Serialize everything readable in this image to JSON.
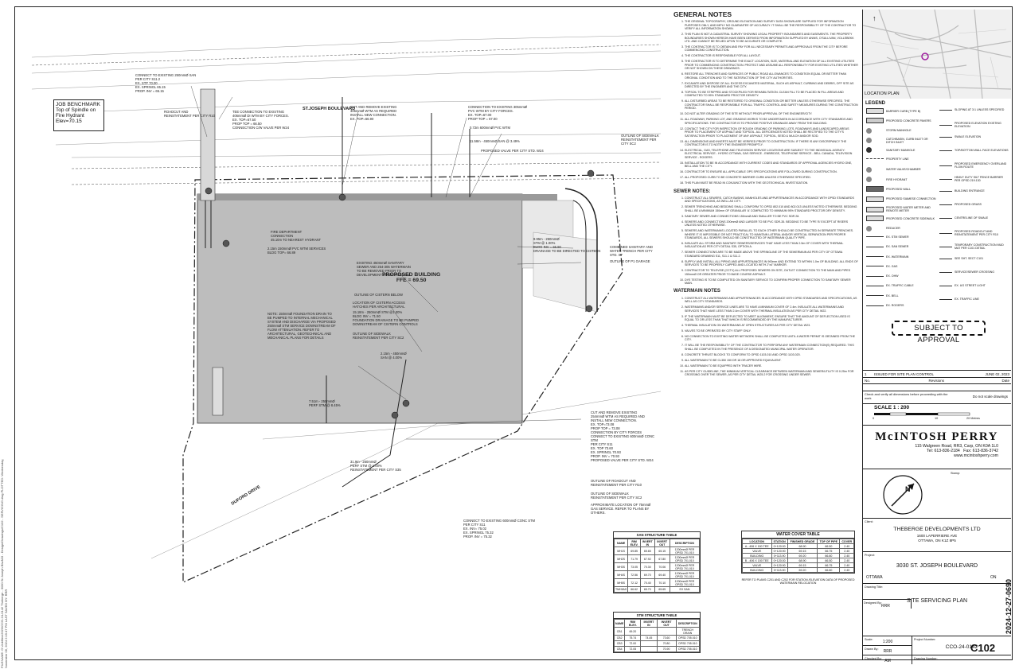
{
  "sidebar_text": "FILENAME: G:\\Jobfiles\\2023\\CCO-24-0142 Theberge - 3030 St Joseph Blvd\\03 - Design\\Drawings\\C102 - SERVICING.dwg PLOTTED: Wednesday, November 06, 2024 2:19:47 PM LAST SAVED BY: RRR",
  "plan": {
    "job_benchmark": "JOB BENCHMARK\nTop of Spindle on\nFire Hydrant\nElev=70.15",
    "street_north": "ST.JOSEPH BOULEVARD",
    "street_south": "DUFORD DRIVE",
    "building": "PROPOSED BUILDING\nFFE = 69.50",
    "callouts": [
      "CONNECT TO EXISTING 250mmØ SAN\nPER CITY S11.2\nEX. STP 70.00\nEX. SPRINGL 65.15\nPROP. INV = 65.15",
      "ROADCUT AND\nREINSTATEMENT PER CITY R10",
      "TEE CONNECTION TO EXISTING\n406mmØ DI WTM BY CITY FORCES.\nEX. TOP=67.50\nPROP TOP = 66.50\nCONNECTION C/W VALVE PER W24",
      "CUT AND REMOVE EXISTING\n305mmØ WTM AS REQUIRED\nINSTALL NEW CONNECTION.\nEX. TOP=66.90",
      "CONNECTION TO EXISTING 305mmØ\nPVC WTM BY CITY FORCES.\nEX. TOP=67.00\nPROP TOP = 67.00",
      "0.72m 600mmØ PVC WTM",
      "11.58m - 450mmØ SAN @ 3.49%",
      "PROPOSED VALVE PER CITY STD. W24",
      "OUTLINE OF SIDEWALK\nREINSTATEMENT PER\nCITY SC2",
      "FIRE DEPARTMENT\nCONNECTION\n45.10m TO NEAREST HYDRANT",
      "2.15m 150mmØ PVC WTM SERVICES\nBLDG TOP= 66.89",
      "9.95m - 250mmØ\nSTM @ 1.00%\nBLDG INV = 66.90\nDRAINAGE TO BE DIRECTED TO CISTERN",
      "COMBINED SANITARY AND\nWATER TRENCH PER CITY STD. S7",
      "OUTLINE OF P1 GARAGE",
      "EXISTING 450mmØ SANITARY\nSEWER AND 254-305 WATERMAIN\nTO BE REMOVED PRIOR TO\nDEVELOPMENT CONSTRUCTION",
      "OUTLINE OF CISTERN BELOW",
      "LOCATION OF CISTERN ACCESS\nHATCHES PER ARCHITECTURAL",
      "15.18m - 250mmØ STM @1.00%\nBLDG INV = 71.50\nFOUNDATION DRAINAGE TO BE PUMPED\nDOWNSTREAM OF CISTERN CONTROLS",
      "OUTLINE OF SIDEWALK\nREINSTATEMENT PER CITY SC2",
      "NOTE: 150mmØ FOUNDATION DRAIN TO\nBE PUMPED TO INTERNAL MECHANICAL\nSYSTEM AND DISCHARGE VIA PROPOSED\n250mmØ STM SERVICE DOWNSTREAM OF\nFLOW ATTENUATION. REFER TO\nARCHITECTURAL, GEOTECHNICAL AND\nMECHANICAL PLANS FOR DETAILS",
      "2.15m - 450mmØ\nSAN @ 4.00%",
      "7.51m - 250mmØ\nPERF STM @ 8.45%",
      "CUT AND REMOVE EXISTING\n254mmØ WTM AS REQUIRED AND\nINSTALL NEW CONNECTION.\nEX. TOP=73.08\nPROP TOP = 73.08\nCONNECTION BY CITY FORCES",
      "CONNECT TO EXISTING 600mmØ CONC STM\nPER CITY S11\nEX. TOP 73.60\nEX. SPRINGL 70.93\nPROP. INV = 70.93\nPROPOSED VALVE PER CITY STD. W24",
      "31.9m - 250mmØ\nPERF STM @ 1.00%\nREINSTATEMENT PER CITY S35",
      "OUTLINE OF ROADCUT AND\nREINSTATEMENT PER CITY R10",
      "OUTLINE OF SIDEWALK\nREINSTATEMENT PER CITY SC2",
      "APPROXIMATE LOCATION OF 75mmØ\nGAS SERVICE. REFER TO PLANS BY\nOTHERS.",
      "CONNECT TO EXISTING 600mmØ CONC STM\nPER CITY S11\nEX. INV= 75.02\nEX. SPRINGL 75.32\nPROP. INV = 75.32"
    ]
  },
  "san_table": {
    "title": "SAN STRUCTURE TABLE",
    "headers": [
      "NAME",
      "RIM ELEV.",
      "INVERT IN",
      "INVERT OUT",
      "DESCRIPTION"
    ],
    "rows": [
      [
        "MH1S",
        "69.85",
        "65.65",
        "65.15",
        "1200mmØ PER OPSD 701.010"
      ],
      [
        "MH2S",
        "71.79",
        "67.92",
        "67.80",
        "1200mmØ PER OPSD 701.010"
      ],
      [
        "MH3S",
        "73.05",
        "70.30",
        "70.06",
        "1200mmØ PER OPSD 701.010"
      ],
      [
        "MH4S",
        "72.56",
        "69.70",
        "69.40",
        "1200mmØ PER OPSD 701.010"
      ],
      [
        "MH5S",
        "72.12",
        "70.40",
        "70.10",
        "1200mmØ PER OPSD 701.010"
      ],
      [
        "TMH5AS",
        "66.62",
        "65.70",
        "65.65",
        "EX SAN"
      ]
    ]
  },
  "stm_table": {
    "title": "STM STRUCTURE TABLE",
    "headers": [
      "NAME",
      "RIM ELEV.",
      "INVERT IN",
      "INVERT OUT",
      "DESCRIPTION"
    ],
    "rows": [
      [
        "CB1",
        "69.20",
        "",
        "",
        "TRENCH DRAIN"
      ],
      [
        "CB2",
        "75.74",
        "74.45",
        "73.60",
        "OPSD 705.010"
      ],
      [
        "CB3",
        "72.00",
        "",
        "70.80",
        "OPSD 705.010"
      ],
      [
        "CB4",
        "72.05",
        "",
        "70.90",
        "OPSD 705.010"
      ]
    ]
  },
  "general_notes": {
    "title": "GENERAL NOTES",
    "items": [
      "THE ORIGINAL TOPOGRAPHY, GROUND ELEVATION AND SURVEY DATA SHOWN ARE SUPPLIED FOR INFORMATION PURPOSES ONLY, AND IMPLY NO GUARANTEE OF ACCURACY. IT SHALL BE THE RESPONSIBILITY OF THE CONTRACTOR TO VERIFY ALL INFORMATION SHOWN.",
      "THIS PLAN IS NOT A CADASTRAL SURVEY SHOWING LEGAL PROPERTY BOUNDARIES AND EASEMENTS. THE PROPERTY BOUNDARIES SHOWN HEREON HAVE BEEN DERIVED FROM INFORMATION SUPPLIED BY ANNIS, O'SULLIVAN, VOLLEBEKK LTD. AND CANNOT BE RELIED UPON TO BE ACCURATE OR COMPLETE.",
      "THE CONTRACTOR IS TO OBTAIN AND PAY FOR ALL NECESSARY PERMITS AND APPROVALS FROM THE CITY BEFORE COMMENCING CONSTRUCTION.",
      "THE CONTRACTOR IS RESPONSIBLE FOR ALL LAYOUT.",
      "THE CONTRACTOR IS TO DETERMINE THE EXACT LOCATION, SIZE, MATERIAL AND ELEVATION OF ALL EXISTING UTILITIES PRIOR TO COMMENCING CONSTRUCTION. PROTECT AND ASSUME ALL RESPONSIBILITY FOR EXISTING UTILITIES WHETHER OR NOT SHOWN ON THESE DRAWINGS.",
      "RESTORE ALL TRENCHES AND SURFACES OF PUBLIC ROAD ALLOWANCES TO CONDITION EQUAL OR BETTER THAN ORIGINAL CONDITION AND TO THE SATISFACTION OF THE CITY AUTHORITIES.",
      "EXCAVATE AND DISPOSE OF ALL EXCESS EXCAVATED MATERIAL, SUCH AS ASPHALT, CURBING AND DEBRIS, OFF SITE AS DIRECTED BY THE ENGINEER AND THE CITY.",
      "TOPSOIL TO BE STRIPPED AND STOCKPILED FOR REHABILITATION. CLEAN FILL TO BE PLACED IN FILL AREAS AND COMPACTED TO 95% STANDARD PROCTOR DENSITY.",
      "ALL DISTURBED AREAS TO BE RESTORED TO ORIGINAL CONDITION OR BETTER UNLESS OTHERWISE SPECIFIED. THE CONTRACTOR SHALL BE RESPONSIBLE FOR ALL TRAFFIC CONTROL AND SAFETY MEASURES DURING THE CONSTRUCTION PERIOD.",
      "DO NOT ALTER GRADING OF THE SITE WITHOUT PRIOR APPROVAL OF THE ENGINEER/CITY.",
      "ALL ROADWAY, PARKING LOT, AND GRADING WORKS TO BE UNDERTAKEN IN ACCORDANCE WITH CITY STANDARDS AND SPECIFICATIONS. THE CONTRACTOR IS TO PROVIDE POSITIVE DRAINAGE AWAY FROM THE BUILDING.",
      "CONTACT THE CITY FOR INSPECTION OF ROUGH GRADING OF PARKING LOTS, ROADWAYS AND LANDSCAPED AREAS PRIOR TO PLACEMENT OF ASPHALT AND TOPSOIL. ALL DEFICIENCIES NOTED SHALL BE RECTIFIED TO THE CITY'S SATISFACTION PRIOR TO PLACEMENT OF ANY ASPHALT, TOPSOIL, SEED & MULCH AND/OR SOD.",
      "ALL DIMENSIONS AND INVERTS MUST BE VERIFIED PRIOR TO CONSTRUCTION. IF THERE IS ANY DISCREPANCY THE CONTRACTOR IS TO NOTIFY THE ENGINEER PROMPTLY.",
      "ELECTRICAL, GAS, TELEPHONE AND TELEVISION SERVICE LOCATIONS ARE SUBJECT TO THE INDIVIDUAL AGENCY: ELECTRICAL SERVICE - HYDRO OTTAWA, GAS SERVICE - ENBRIDGE, TELEPHONE SERVICE - BELL CANADA, TELEVISION SERVICE - ROGERS.",
      "INSTALLATION TO BE IN ACCORDANCE WITH CURRENT CODES AND STANDARDS OF APPROVAL AGENCIES HYDRO ONE, BELL AND THE CITY.",
      "CONTRACTOR TO ENSURE ALL APPLICABLE OPS SPECIFICATIONS ARE FOLLOWED DURING CONSTRUCTION.",
      "ALL PROPOSED CURB TO BE CONCRETE BARRIER CURB UNLESS OTHERWISE SPECIFIED.",
      "THIS PLAN MUST BE READ IN CONJUNCTION WITH THE GEOTECHNICAL INVESTIGATION."
    ]
  },
  "sewer_notes": {
    "title": "SEWER NOTES:",
    "items": [
      "CONSTRUCT ALL SEWERS, CATCH BASINS, MANHOLES AND APPURTENANCES IN ACCORDANCE WITH OPSD STANDARDS AND SPECIFICATIONS, AS WELL AS CITY.",
      "SEWER TRENCHING AND BEDDING SHALL CONFORM TO OPSD 802.010 AND 802.013 UNLESS NOTED OTHERWISE. BEDDING SHALL BE A MINIMUM 150mm OF GRANULAR 'A' COMPACTED TO MINIMUM 95% STANDARD PROCTOR DRY DENSITY.",
      "SANITARY SEWER AND CONNECTIONS 150mmØ AND SMALLER TO BE PVC SDR 28.",
      "SEWERS AND CONNECTIONS 200mmØ AND LARGER TO BE PVC SDR-35. BEDDING TO BE TYPE 'B' EXCEPT AT RISERS UNLESS NOTED OTHERWISE.",
      "SEWERS AND WATERMAINS LOCATED PARALLEL TO EACH OTHER SHOULD BE CONSTRUCTED IN SEPARATE TRENCHES. WHERE IT IS IMPOSSIBLE OR NOT PRACTICAL TO MAINTAIN LATERAL AND/OR VERTICAL SEPARATION PER PROPER STANDARDS, ALL SEWERS SHOULD BE CONSTRUCTED OF WATERMAIN QUALITY PIPE.",
      "INSULATE ALL STORM AND SANITARY SEWERS/SERVICES THAT HAVE LESS THAN 2.5m OF COVER WITH THERMAL INSULATION AS PER CITY DETAIL S35, OPTION A.",
      "SEWER CONNECTIONS ARE TO BE MADE ABOVE THE SPRINGLINE OF THE SEWERMAIN AS PER CITY OF OTTAWA STANDARD DRAWING S11, S11.1 & S11.2.",
      "SUPPLY AND INSTALL ALL PIPING AND APPURTENANCES IN 900mm AND EXTEND TO WITHIN 1.0m OF BUILDING. ALL ENDS OF SERVICES TO BE PROPERLY CAPPED AND LOCATED WITH 2\"x4\" MARKER.",
      "CONTRACTOR TO TELEVISE (CCTV) ALL PROPOSED SEWERS ON SITE, OUTLET CONNECTION TO THE MAIN AND PIPES 150mmØ OR GREATER PRIOR TO BASE COURSE ASPHALT.",
      "DYE TESTING IS TO BE COMPLETED ON SANITARY SERVICE TO CONFIRM PROPER CONNECTION TO SANITARY SEWER MAIN."
    ]
  },
  "watermain_notes": {
    "title": "WATERMAIN NOTES",
    "items": [
      "CONSTRUCT ALL WATERMAINS AND APPURTENANCES IN ACCORDANCE WITH OPSD STANDARDS AND SPECIFICATIONS, AS WELL AS CITY STANDARDS.",
      "WATERMAINS AND/OR SERVICE LINES ARE TO HAVE A MINIMUM COVER OF 2.4m. INSULATE ALL WATERMAINS AND SERVICES THAT HAVE LESS THAN 2.4m COVER WITH THERMAL INSULATION AS PER CITY DETAIL W22.",
      "IF THE WATERMAIN MUST BE DEFLECTED TO MEET ALIGNMENT, ENSURE THAT THE AMOUNT OF DEFLECTION USED IS EQUAL TO OR LESS THAN THAT WHICH IS RECOMMENDED BY THE MANUFACTURER.",
      "THERMAL INSULATION ON WATERMAINS AT OPEN STRUCTURES AS PER CITY DETAIL W23.",
      "VALVES TO BE OPERATED BY CITY STAFF ONLY.",
      "NO CONNECTION TO EXISTING WATER NETWORK SHALL BE COMPLETED UNTIL A WATER PERMIT IS OBTAINED FROM THE CITY.",
      "IT WILL BE THE RESPONSIBILITY OF THE CONTRACTOR TO PERFORM ANY WATERMAIN CONNECTION(S) REQUIRED. THIS SHALL BE COMPLETED IN THE PRESENCE OF A DESIGNATED MUNICIPAL WATER OPERATOR.",
      "CONCRETE THRUST BLOCKS TO CONFORM TO OPSD 1103.010 AND OPSD 1103.020.",
      "ALL WATERMAIN TO BE CL350 150 DR 18 OR APPROVED EQUIVALENT.",
      "ALL WATERMAIN TO BE EQUIPPED WITH TRACER WIRE.",
      "AS PER CITY GUIDELINE, THE MINIMUM VERTICAL CLEARANCE BETWEEN WATERMAIN AND SEWER/UTILITY IS 0.25m FOR CROSSING OVER THE SEWER, AS PER CITY DETAIL W25.2 FOR CROSSING UNDER SEWER."
    ]
  },
  "water_cover": {
    "title": "WATER COVER TABLE",
    "headers": [
      "LOCATION",
      "STATION",
      "FINISHED GRADE",
      "TOP OF PIPE",
      "COVER"
    ],
    "rows": [
      [
        "A - 406 X 150 TEE",
        "0+120.00",
        "68.90",
        "66.50",
        "2.40"
      ],
      [
        "VALVE",
        "0+120.90",
        "69.15",
        "66.75",
        "2.40"
      ],
      [
        "BUILDING",
        "0+113.90",
        "69.20",
        "66.80",
        "2.40"
      ],
      [
        "B - 406 X 150 TEE",
        "0+120.00",
        "68.90",
        "66.50",
        "2.40"
      ],
      [
        "VALVE",
        "0+120.90",
        "69.15",
        "66.75",
        "2.40"
      ],
      [
        "BUILDING",
        "0+113.90",
        "69.20",
        "66.80",
        "2.40"
      ]
    ],
    "note": "REFER TO PLANS C201 AND C202 FOR STATION /ELEVATION DATA OF PROPOSED WATERMAIN RELOCATION"
  },
  "title_block": {
    "location_plan": "LOCATION PLAN",
    "legend_title": "LEGEND",
    "legend_left": [
      "BARRIER CURB (TYPE B)",
      "PROPOSED CONCRETE PAVERS",
      "STORM MANHOLE",
      "CATCHBASIN, CURB INLET OR DITCH INLET",
      "SANITARY MANHOLE",
      "PROPERTY LINE",
      "WATER VALVE/CHAMBER",
      "FIRE HYDRANT",
      "PROPOSED WALL",
      "PROPOSED SIAMESE CONNECTION",
      "PROPOSED WATER METER AND REMOTE METER",
      "PROPOSED CONCRETE SIDEWALK",
      "REDUCER",
      "EX. STM SEWER",
      "EX. SAN SEWER",
      "EX. WATERMAIN",
      "EX. GAS",
      "EX. OHW",
      "EX. TRAFFIC CABLE",
      "EX. BELL",
      "EX. ROGERS"
    ],
    "legend_right": [
      "SLOPING AT 3:1 UNLESS SPECIFIED",
      "PROPOSED ELEVATION EXISTING ELEVATION",
      "SWALE ELEVATION",
      "TOP/BOTTOM WALL FACE ELEVATIONS",
      "PROPOSED EMERGENCY OVERLAND FLOW ROUTE",
      "HEAVY DUTY SILT FENCE BARRIER PER OPSD 219.130",
      "BUILDING ENTRANCE",
      "PROPOSED GRASS",
      "CENTRELINE OF SWALE",
      "PROPOSED ROADCUT AND REINSTATEMENT PER CITY R10",
      "TEMPORARY CONSTRUCTION MUD MAT PER C101 DETAIL",
      "SEE SHT. SECT C101",
      "SERVICE/SEWER CROSSING",
      "EX. UG STREET LIGHT",
      "EX. TRAFFIC LINE"
    ],
    "approval": "SUBJECT TO APPROVAL",
    "revision": {
      "no": "1",
      "desc": "ISSUED FOR SITE PLAN CONTROL",
      "date": "JUNE 02, 2023",
      "h_no": "No.",
      "h_desc": "Revisions",
      "h_date": "Date"
    },
    "check_note": "Check and verify all dimensions before proceeding with the work",
    "scale_note": "Do not scale drawings",
    "scale": "SCALE 1 : 200",
    "scale_ticks": [
      "0",
      "10",
      "20 Metres"
    ],
    "firm": "McINTOSH PERRY",
    "firm_address": "115 Walgreen Road, RR3, Carp, ON  K0A 1L0",
    "firm_phone": "Tel: 613-836-2184",
    "firm_fax": "Fax: 613-836-3742",
    "firm_web": "www.mcintoshperry.com",
    "stamp_label": "Stamp:",
    "client_label": "Client:",
    "client_name": "THEBERGE DEVELOPMENTS LTD",
    "client_addr1": "1600 LAPERRIERE AVE",
    "client_addr2": "OTTAWA, ON  K1Z 8P5",
    "project_label": "Project:",
    "project": "3030 ST. JOSEPH BOULEVARD",
    "city": "OTTAWA",
    "province": "ON",
    "drawing_title_label": "Drawing Title:",
    "drawing_title": "SITE SERVICING PLAN",
    "scale_label": "Scale:",
    "scale_value": "1:200",
    "project_number_label": "Project Number:",
    "project_number": "CCO-24-0142",
    "drawn_label": "Drawn By:",
    "drawn": "RRR",
    "checked_label": "Checked By:",
    "checked": "AM",
    "drawing_number_label": "Drawing Number:",
    "designed_label": "Designed By:",
    "designed": "RRR",
    "drawing_number": "C102",
    "vertical_code": "2024-12-27-0690"
  }
}
